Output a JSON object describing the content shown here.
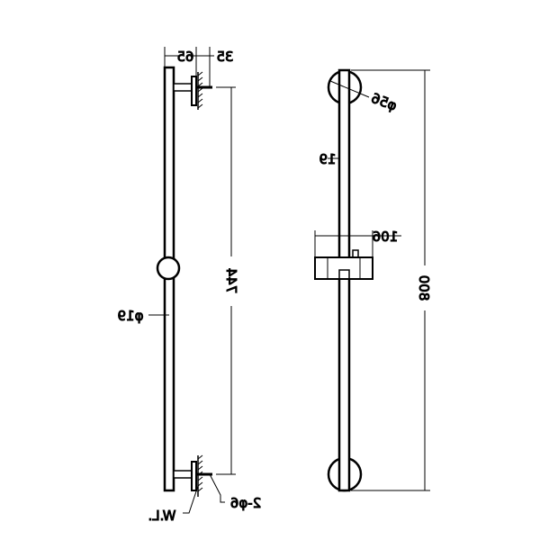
{
  "left_view": {
    "dim_offset_small": "35",
    "dim_offset_large": "65",
    "dim_bracket_spacing": "744",
    "dim_rod_diameter": "φ19",
    "dim_screw": "2-φ6",
    "wall_line_label": "W.L."
  },
  "right_view": {
    "dim_end_cap_diameter": "φ56",
    "dim_rod_width": "19",
    "dim_slider_width": "106",
    "dim_total_length": "800"
  }
}
